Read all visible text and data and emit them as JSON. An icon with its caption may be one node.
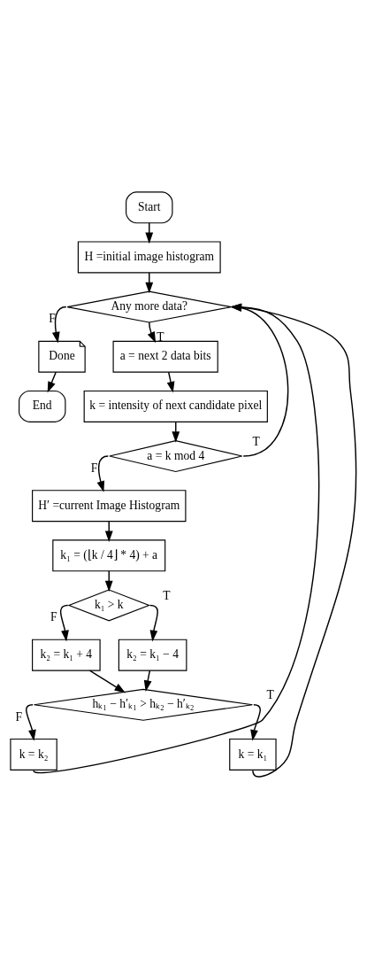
{
  "diagram": {
    "nodes": [
      {
        "text": [
          "Start"
        ]
      },
      {
        "text": [
          "H =initial image histogram"
        ]
      },
      {
        "text": [
          "Any more data?"
        ]
      },
      {
        "text": [
          "Done"
        ]
      },
      {
        "text": [
          "End"
        ]
      },
      {
        "text": [
          "a = next 2 data bits"
        ]
      },
      {
        "text": [
          "k = intensity of next candidate pixel"
        ]
      },
      {
        "text": [
          "a = k mod 4"
        ]
      },
      {
        "text": [
          "H′ =current Image Histogram"
        ]
      },
      {
        "text": [
          "k₁ = (⌊k / 4⌋ * 4) + a"
        ]
      },
      {
        "text": [
          "k₁ > k"
        ]
      },
      {
        "text": [
          "k₂ = k₁ + 4"
        ]
      },
      {
        "text": [
          "k₂ = k₁ − 4"
        ]
      },
      {
        "text": [
          "hₖ₁ − h′ₖ₁ > hₖ₂ − h′ₖ₂"
        ]
      },
      {
        "text": [
          "k = k₂"
        ]
      },
      {
        "text": [
          "k = k₁"
        ]
      }
    ],
    "edges": [
      {
        "from": 0,
        "to": 1,
        "arrow": "to"
      },
      {
        "from": 1,
        "to": 2,
        "arrow": "to"
      },
      {
        "from": 2,
        "to": 3,
        "arrow": "to",
        "label": "F"
      },
      {
        "from": 3,
        "to": 4,
        "arrow": "to"
      },
      {
        "from": 2,
        "to": 5,
        "arrow": "to",
        "label": "T"
      },
      {
        "from": 5,
        "to": 6,
        "arrow": "to"
      },
      {
        "from": 6,
        "to": 7,
        "arrow": "to"
      },
      {
        "from": 7,
        "to": 2,
        "arrow": "to",
        "label": "T"
      },
      {
        "from": 7,
        "to": 8,
        "arrow": "to",
        "label": "F"
      },
      {
        "from": 8,
        "to": 9,
        "arrow": "to"
      },
      {
        "from": 9,
        "to": 10,
        "arrow": "to"
      },
      {
        "from": 10,
        "to": 11,
        "arrow": "to",
        "label": "F"
      },
      {
        "from": 10,
        "to": 12,
        "arrow": "to",
        "label": "T"
      },
      {
        "from": 11,
        "to": 13,
        "arrow": "to"
      },
      {
        "from": 12,
        "to": 13,
        "arrow": "to"
      },
      {
        "from": 13,
        "to": 14,
        "arrow": "to",
        "label": "F"
      },
      {
        "from": 13,
        "to": 15,
        "arrow": "to",
        "label": "T"
      },
      {
        "from": 14,
        "to": 2,
        "arrow": "to"
      },
      {
        "from": 15,
        "to": 2,
        "arrow": "to"
      }
    ]
  }
}
